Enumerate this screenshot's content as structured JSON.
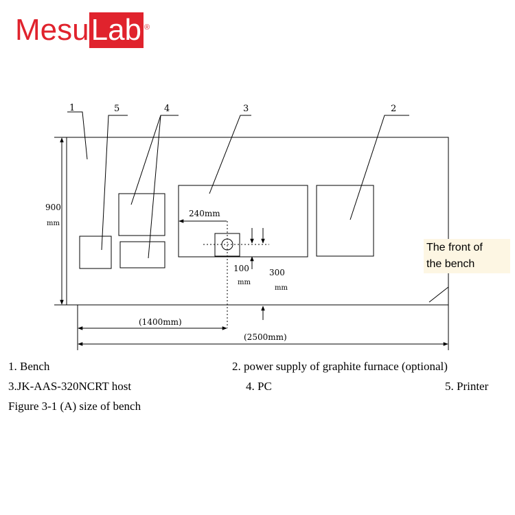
{
  "logo": {
    "text_part1": "Mesu",
    "text_part2": "Lab",
    "registered": "®",
    "color": "#e0232d"
  },
  "diagram": {
    "callouts": [
      "1",
      "5",
      "4",
      "3",
      "2"
    ],
    "dim_900": "900",
    "dim_900_unit": "mm",
    "dim_240": "240mm",
    "dim_100": "100",
    "dim_100_unit": "mm",
    "dim_300": "300",
    "dim_300_unit": "mm",
    "dim_1400": "(1400mm)",
    "dim_2500": "(2500mm)"
  },
  "note": {
    "line1": "The front of",
    "line2": "the  bench"
  },
  "legend": {
    "item1": "1. Bench",
    "item2": "2. power supply of graphite furnace (optional)",
    "item3": "3.JK-AAS-320NCRT host",
    "item4": "4. PC",
    "item5": "5. Printer",
    "caption": "Figure 3-1 (A) size of bench"
  }
}
